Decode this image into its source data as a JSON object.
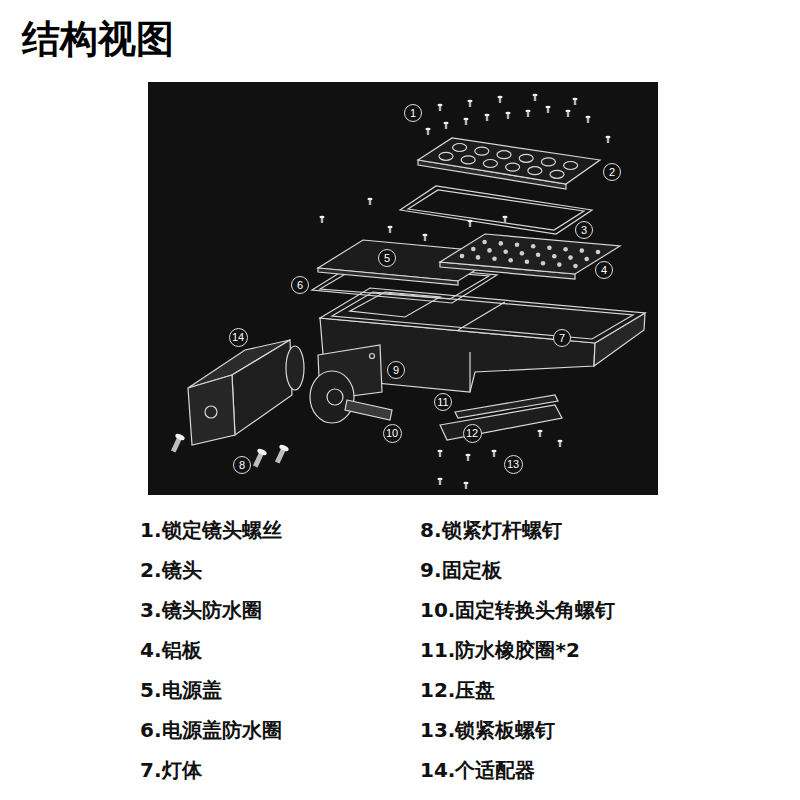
{
  "diagram": {
    "title": "结构视图",
    "nodes": [
      {
        "text": [
          "1"
        ]
      },
      {
        "text": [
          "2"
        ]
      },
      {
        "text": [
          "3"
        ]
      },
      {
        "text": [
          "4"
        ]
      },
      {
        "text": [
          "5"
        ]
      },
      {
        "text": [
          "6"
        ]
      },
      {
        "text": [
          "7"
        ]
      },
      {
        "text": [
          "8"
        ]
      },
      {
        "text": [
          "9"
        ]
      },
      {
        "text": [
          "10"
        ]
      },
      {
        "text": [
          "11"
        ]
      },
      {
        "text": [
          "12"
        ]
      },
      {
        "text": [
          "13"
        ]
      },
      {
        "text": [
          "14"
        ]
      }
    ],
    "labels": [
      "1.锁定镜头螺丝",
      "2.镜头",
      "3.镜头防水圈",
      "4.铝板",
      "5.电源盖",
      "6.电源盖防水圈",
      "7.灯体",
      "8.锁紧灯杆螺钉",
      "9.固定板",
      "10.固定转换头角螺钉",
      "11.防水橡胶圈*2",
      "12.压盘",
      "13.锁紧板螺钉",
      "14.个适配器"
    ]
  }
}
